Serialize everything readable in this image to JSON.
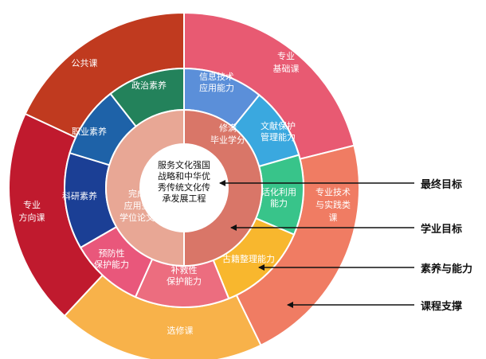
{
  "outer_ring": [
    {
      "lines": [
        "专业",
        "基础课"
      ],
      "color": "#e85a72"
    },
    {
      "lines": [
        "专业技术",
        "与实践类",
        "课"
      ],
      "color": "#f07c63"
    },
    {
      "lines": [
        "选修课"
      ],
      "color": "#f8b24a"
    },
    {
      "lines": [
        "专业",
        "方向课"
      ],
      "color": "#c01a2e"
    },
    {
      "lines": [
        "公共课"
      ],
      "color": "#c03a1f"
    }
  ],
  "middle_ring": [
    {
      "lines": [
        "信息技术",
        "应用能力"
      ],
      "color": "#5b8fd9"
    },
    {
      "lines": [
        "文献保护",
        "管理能力"
      ],
      "color": "#3aa8df"
    },
    {
      "lines": [
        "活化利用",
        "能力"
      ],
      "color": "#38c48a"
    },
    {
      "lines": [
        "古籍整理能力"
      ],
      "color": "#f8b72e"
    },
    {
      "lines": [
        "补救性",
        "保护能力"
      ],
      "color": "#ec6d7f"
    },
    {
      "lines": [
        "预防性",
        "保护能力"
      ],
      "color": "#e9577b"
    },
    {
      "lines": [
        "科研素养"
      ],
      "color": "#1b3f95"
    },
    {
      "lines": [
        "职业素养"
      ],
      "color": "#1e62a8"
    },
    {
      "lines": [
        "政治素养"
      ],
      "color": "#23825b"
    }
  ],
  "inner_ring": [
    {
      "lines": [
        "修满",
        "毕业学分"
      ],
      "color": "#d97668"
    },
    {
      "lines": [
        "完成",
        "应用型",
        "学位论文"
      ],
      "color": "#e8a795"
    }
  ],
  "core": {
    "lines": [
      "服务文化强国",
      "战略和中华优",
      "秀传统文化传",
      "承发展工程"
    ]
  },
  "legend": [
    {
      "label": "最终目标"
    },
    {
      "label": "学业目标"
    },
    {
      "label": "素养与能力"
    },
    {
      "label": "课程支撑"
    }
  ]
}
